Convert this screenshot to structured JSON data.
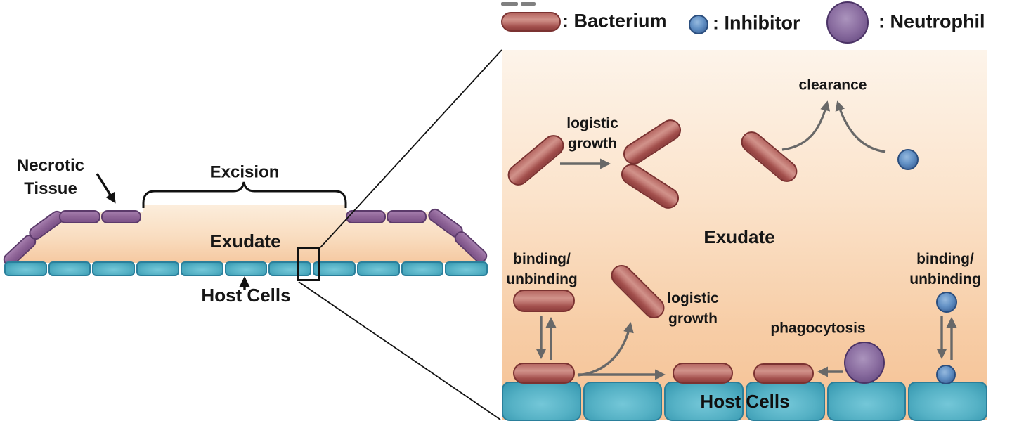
{
  "legend": {
    "bacterium_label": ": Bacterium",
    "inhibitor_label": ": Inhibitor",
    "neutrophil_label": ": Neutrophil"
  },
  "overview": {
    "necrotic_tissue_label": "Necrotic\nTissue",
    "excision_label": "Excision",
    "exudate_label": "Exudate",
    "host_cells_label": "Host Cells"
  },
  "detail": {
    "clearance_label": "clearance",
    "logistic_growth_top_label": "logistic\ngrowth",
    "exudate_label": "Exudate",
    "binding_unbinding_left_label": "binding/\nunbinding",
    "logistic_growth_bottom_label": "logistic\ngrowth",
    "phagocytosis_label": "phagocytosis",
    "binding_unbinding_right_label": "binding/\nunbinding",
    "host_cells_label": "Host Cells"
  },
  "colors": {
    "bacterium_fill": "#c07a74",
    "bacterium_border": "#7b3231",
    "inhibitor_fill": "#4f7cb4",
    "inhibitor_border": "#2b4e7e",
    "neutrophil_fill": "#7d5f96",
    "neutrophil_border": "#4b3366",
    "host_cell_fill": "#4aa9bf",
    "host_cell_border": "#2a7f9b",
    "necrotic_fill": "#8a5f94",
    "necrotic_border": "#5c3a6b",
    "exudate_top": "#fdf4ea",
    "exudate_bottom": "#f5c194",
    "arrow_gray": "#686868",
    "annotation_black": "#111111"
  }
}
